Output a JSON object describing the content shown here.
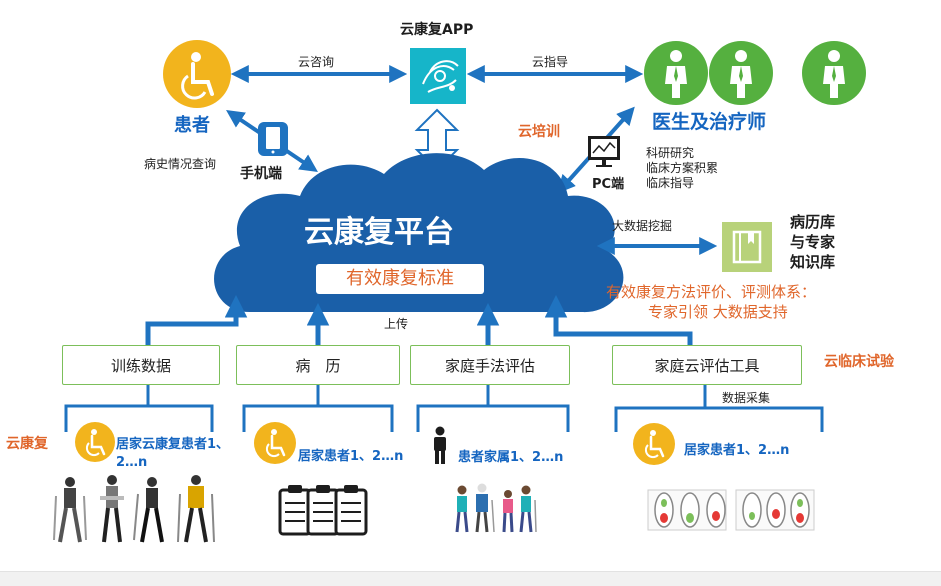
{
  "labels": {
    "app": "云康复APP",
    "cloud_consult": "云咨询",
    "cloud_guide": "云指导",
    "patient": "患者",
    "history_query": "病史情况查询",
    "mobile": "手机端",
    "cloud_training": "云培训",
    "doctors": "医生及治疗师",
    "pc": "PC端",
    "pc_items": [
      "科研研究",
      "临床方案积累",
      "临床指导"
    ],
    "platform": "云康复平台",
    "standard": "有效康复标准",
    "big_data": "大数据挖掘",
    "kb_line1": "病历库",
    "kb_line2": "与专家",
    "kb_line3": "知识库",
    "eval_line1": "有效康复方法评价、评测体系：",
    "eval_line2": "专家引领 大数据支持",
    "upload": "上传",
    "clinical_trial": "云临床试验",
    "data_collect": "数据采集",
    "cloud_rehab": "云康复"
  },
  "boxes": [
    "训练数据",
    "病　历",
    "家庭手法评估",
    "家庭云评估工具"
  ],
  "groups": {
    "g1_line1": "居家云康复患者1、",
    "g1_line2": "2…n",
    "g2": "居家患者1、2…n",
    "g3": "患者家属1、2…n",
    "g4": "居家患者1、2…n"
  },
  "colors": {
    "cloud": "#1a5fa8",
    "arrow": "#1f73c0",
    "green": "#55b03f",
    "yellow": "#f2b41d",
    "box_border": "#7cbf5a",
    "orange": "#e0662b",
    "app": "#16b5c9"
  },
  "icons": [
    "patient-wheelchair-icon",
    "phone-icon",
    "app-icon",
    "doctor-icon",
    "pc-monitor-icon",
    "book-icon",
    "person-icon",
    "clipboard-icon",
    "footprint-icon"
  ]
}
